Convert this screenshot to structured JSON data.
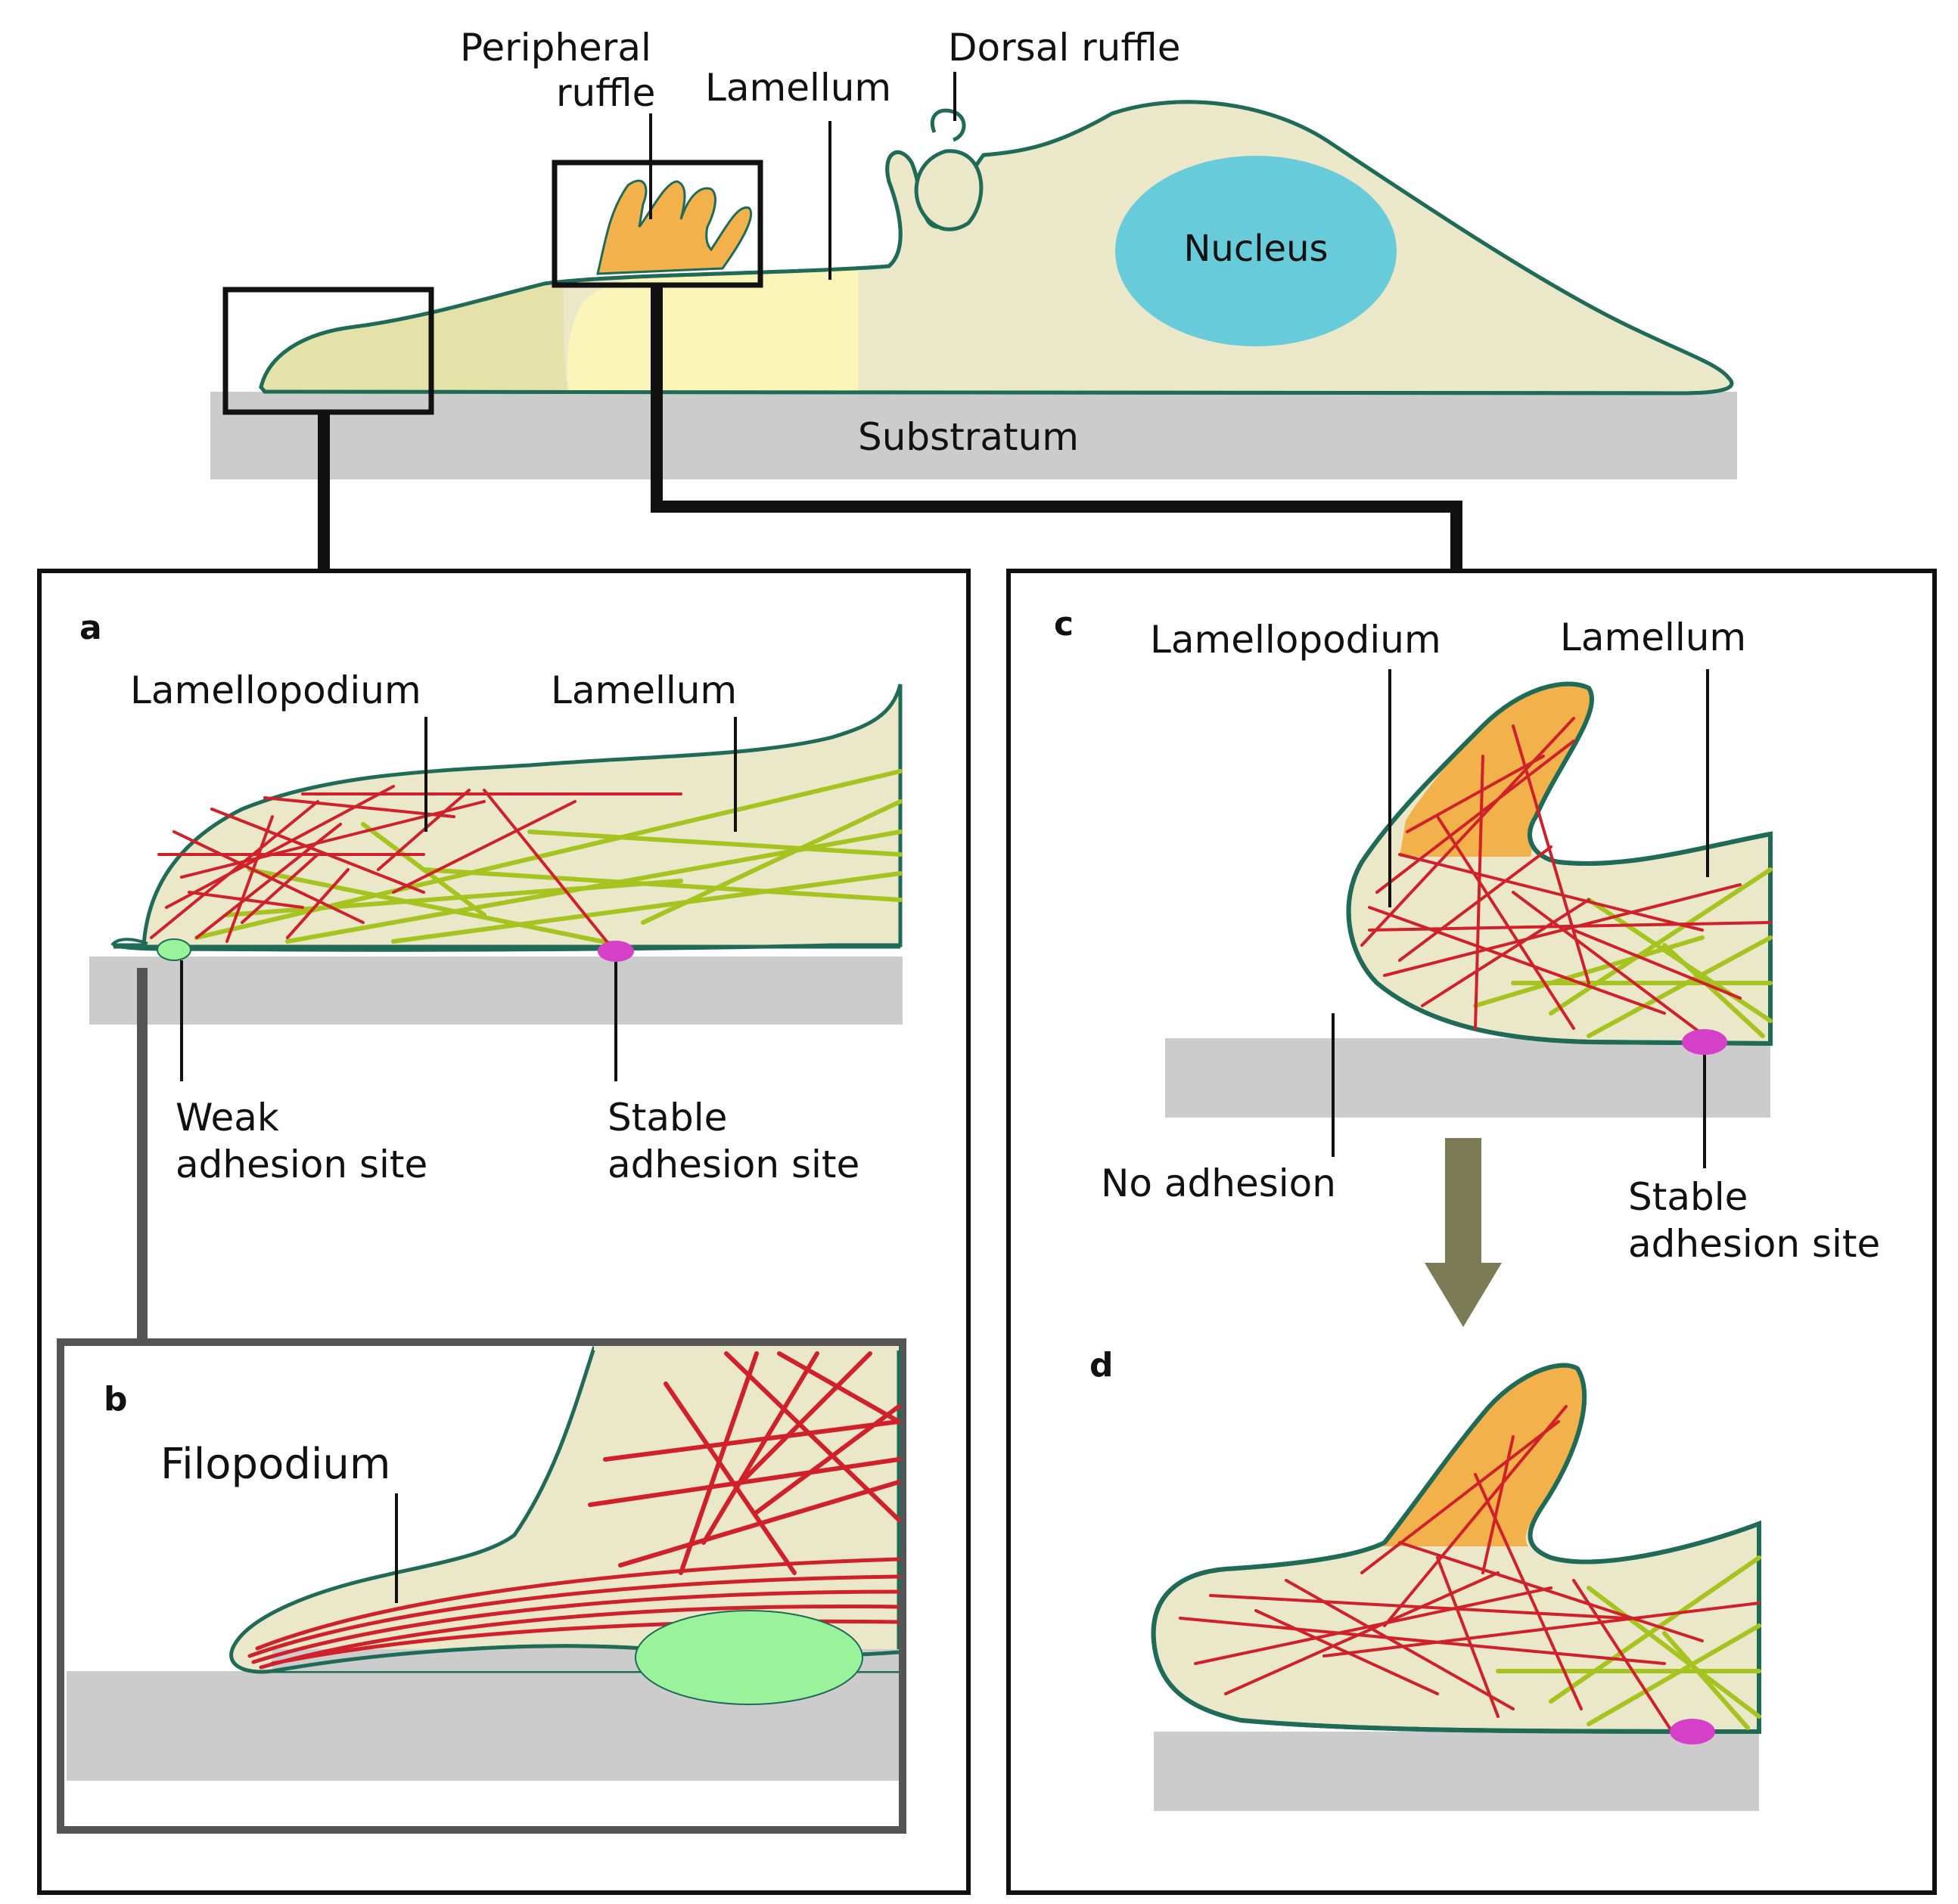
{
  "top": {
    "peripheral_ruffle_1": "Peripheral",
    "peripheral_ruffle_2": "ruffle",
    "lamellum": "Lamellum",
    "dorsal_ruffle": "Dorsal ruffle",
    "nucleus": "Nucleus",
    "substratum": "Substratum"
  },
  "panel_a": {
    "letter": "a",
    "lamellopodium": "Lamellopodium",
    "lamellum": "Lamellum",
    "weak_1": "Weak",
    "weak_2": "adhesion site",
    "stable_1": "Stable",
    "stable_2": "adhesion site"
  },
  "panel_b": {
    "letter": "b",
    "filopodium": "Filopodium"
  },
  "panel_c": {
    "letter": "c",
    "lamellopodium": "Lamellopodium",
    "lamellum": "Lamellum",
    "no_adhesion": "No adhesion",
    "stable_1": "Stable",
    "stable_2": "adhesion site"
  },
  "panel_d": {
    "letter": "d"
  },
  "colors": {
    "cell_fill": "#ebe7c9",
    "cell_outline": "#1f6b58",
    "lamellum_fill": "#fbf5b9",
    "lamellipodium_fill": "#e4e2a8",
    "ruffle_fill": "#f2b14a",
    "nucleus_fill": "#67cbd9",
    "substratum": "#cccccc",
    "actin_red": "#d0202a",
    "actin_green": "#a6c41f",
    "weak_adhesion": "#9af29a",
    "stable_adhesion": "#d63fc7",
    "arrow": "#7b7c56"
  }
}
